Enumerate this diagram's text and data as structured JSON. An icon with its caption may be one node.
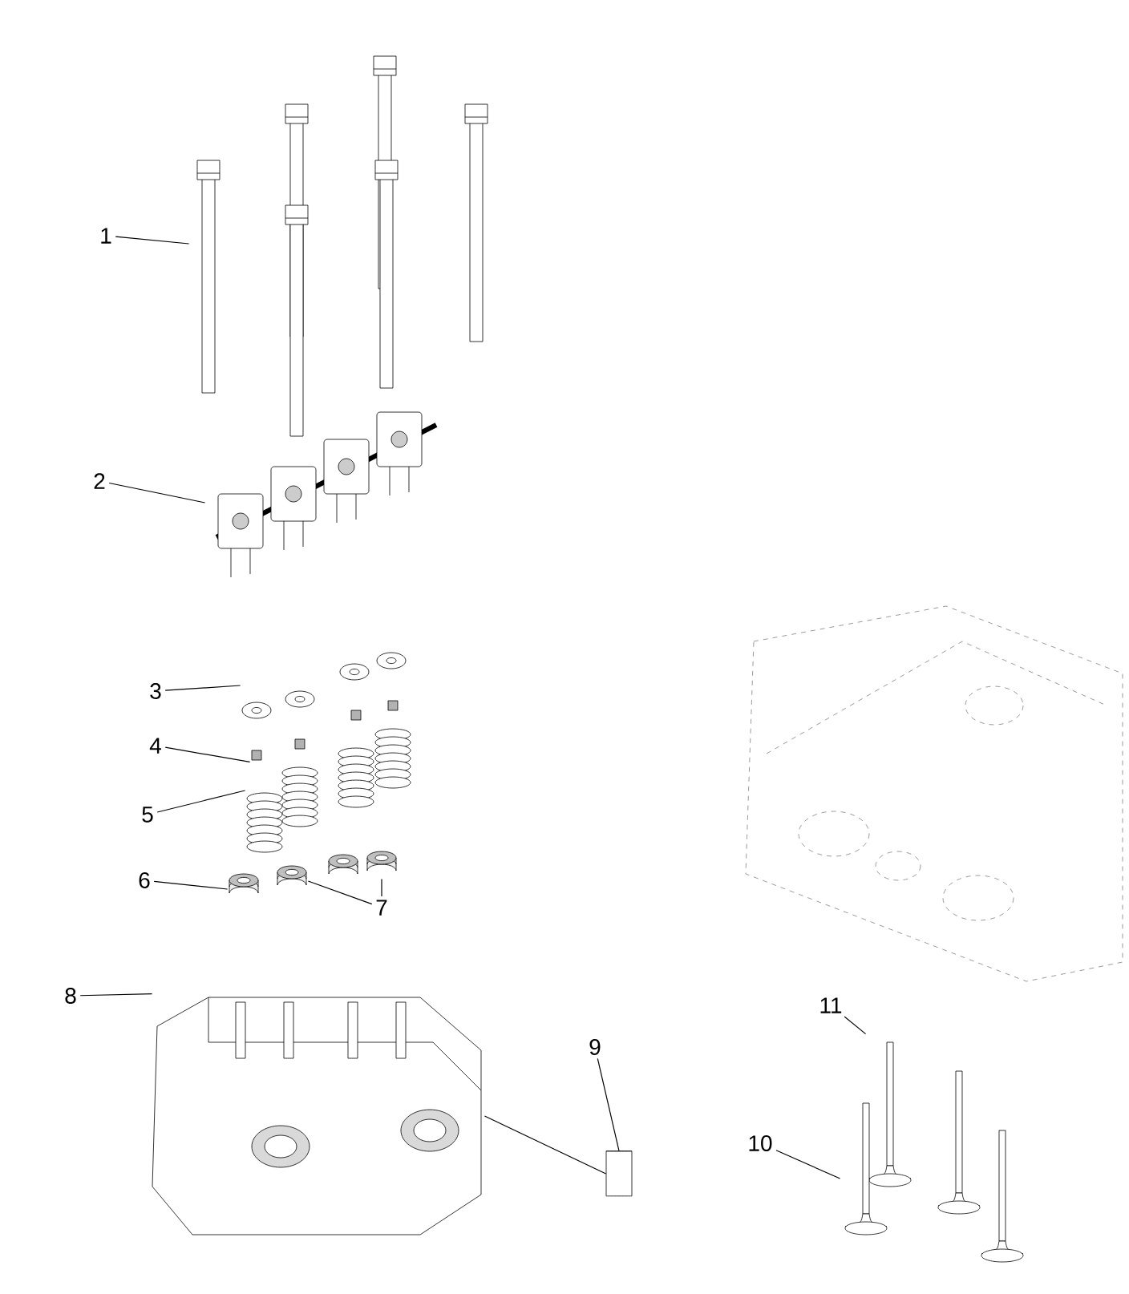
{
  "diagram": {
    "nodes": [
      {
        "text": [
          "1"
        ]
      },
      {
        "text": [],
        "shape": "picture"
      },
      {
        "text": [
          "2"
        ]
      },
      {
        "text": [],
        "shape": "picture"
      },
      {
        "text": [
          "3"
        ]
      },
      {
        "text": [],
        "shape": "picture"
      },
      {
        "text": [
          "4"
        ]
      },
      {
        "text": [],
        "shape": "picture"
      },
      {
        "text": [
          "5"
        ]
      },
      {
        "text": [],
        "shape": "picture"
      },
      {
        "text": [
          "6"
        ]
      },
      {
        "text": [],
        "shape": "picture"
      },
      {
        "text": [
          "7"
        ]
      },
      {
        "text": [],
        "shape": "picture"
      },
      {
        "text": [],
        "shape": "picture"
      },
      {
        "text": [
          "8"
        ]
      },
      {
        "text": [],
        "shape": "picture"
      },
      {
        "text": [
          "9"
        ]
      },
      {
        "text": [],
        "shape": "cylinder"
      },
      {
        "text": [
          "11"
        ]
      },
      {
        "text": [],
        "shape": "picture"
      },
      {
        "text": [
          "10"
        ]
      },
      {
        "text": [],
        "shape": "picture"
      }
    ],
    "edges": [
      {
        "from": 0,
        "to": 1,
        "arrow": "none"
      },
      {
        "from": 2,
        "to": 3,
        "arrow": "none"
      },
      {
        "from": 4,
        "to": 5,
        "arrow": "none"
      },
      {
        "from": 6,
        "to": 7,
        "arrow": "none"
      },
      {
        "from": 8,
        "to": 9,
        "arrow": "none"
      },
      {
        "from": 10,
        "to": 11,
        "arrow": "none"
      },
      {
        "from": 12,
        "to": 13,
        "arrow": "none"
      },
      {
        "from": 12,
        "to": 14,
        "arrow": "none"
      },
      {
        "from": 15,
        "to": 16,
        "arrow": "none"
      },
      {
        "from": 17,
        "to": 18,
        "arrow": "none"
      },
      {
        "from": 16,
        "to": 18,
        "arrow": "none"
      },
      {
        "from": 19,
        "to": 20,
        "arrow": "none"
      },
      {
        "from": 21,
        "to": 22,
        "arrow": "none"
      }
    ]
  }
}
